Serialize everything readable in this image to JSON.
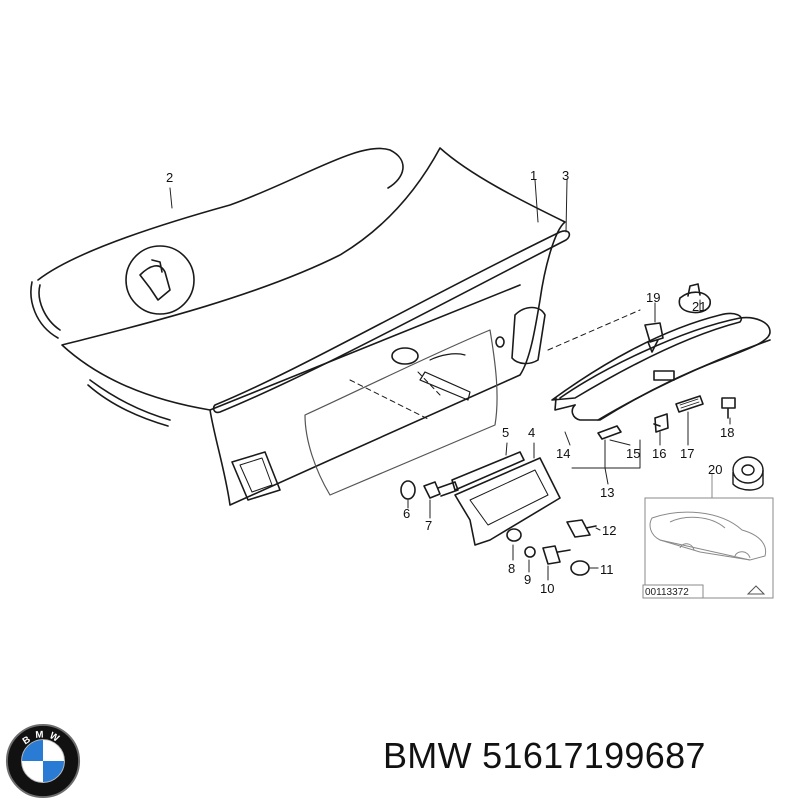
{
  "callouts": [
    "1",
    "2",
    "3",
    "4",
    "5",
    "6",
    "7",
    "8",
    "9",
    "10",
    "11",
    "12",
    "13",
    "14",
    "15",
    "16",
    "17",
    "18",
    "19",
    "20",
    "21"
  ],
  "inset_ref": "00113372",
  "caption": "BMW 51617199687",
  "logo_text": "BMW",
  "colors": {
    "line": "#1a1a1a",
    "light": "#8a8a8a",
    "logo_blue": "#2a7bd3",
    "logo_ring": "#111111"
  }
}
